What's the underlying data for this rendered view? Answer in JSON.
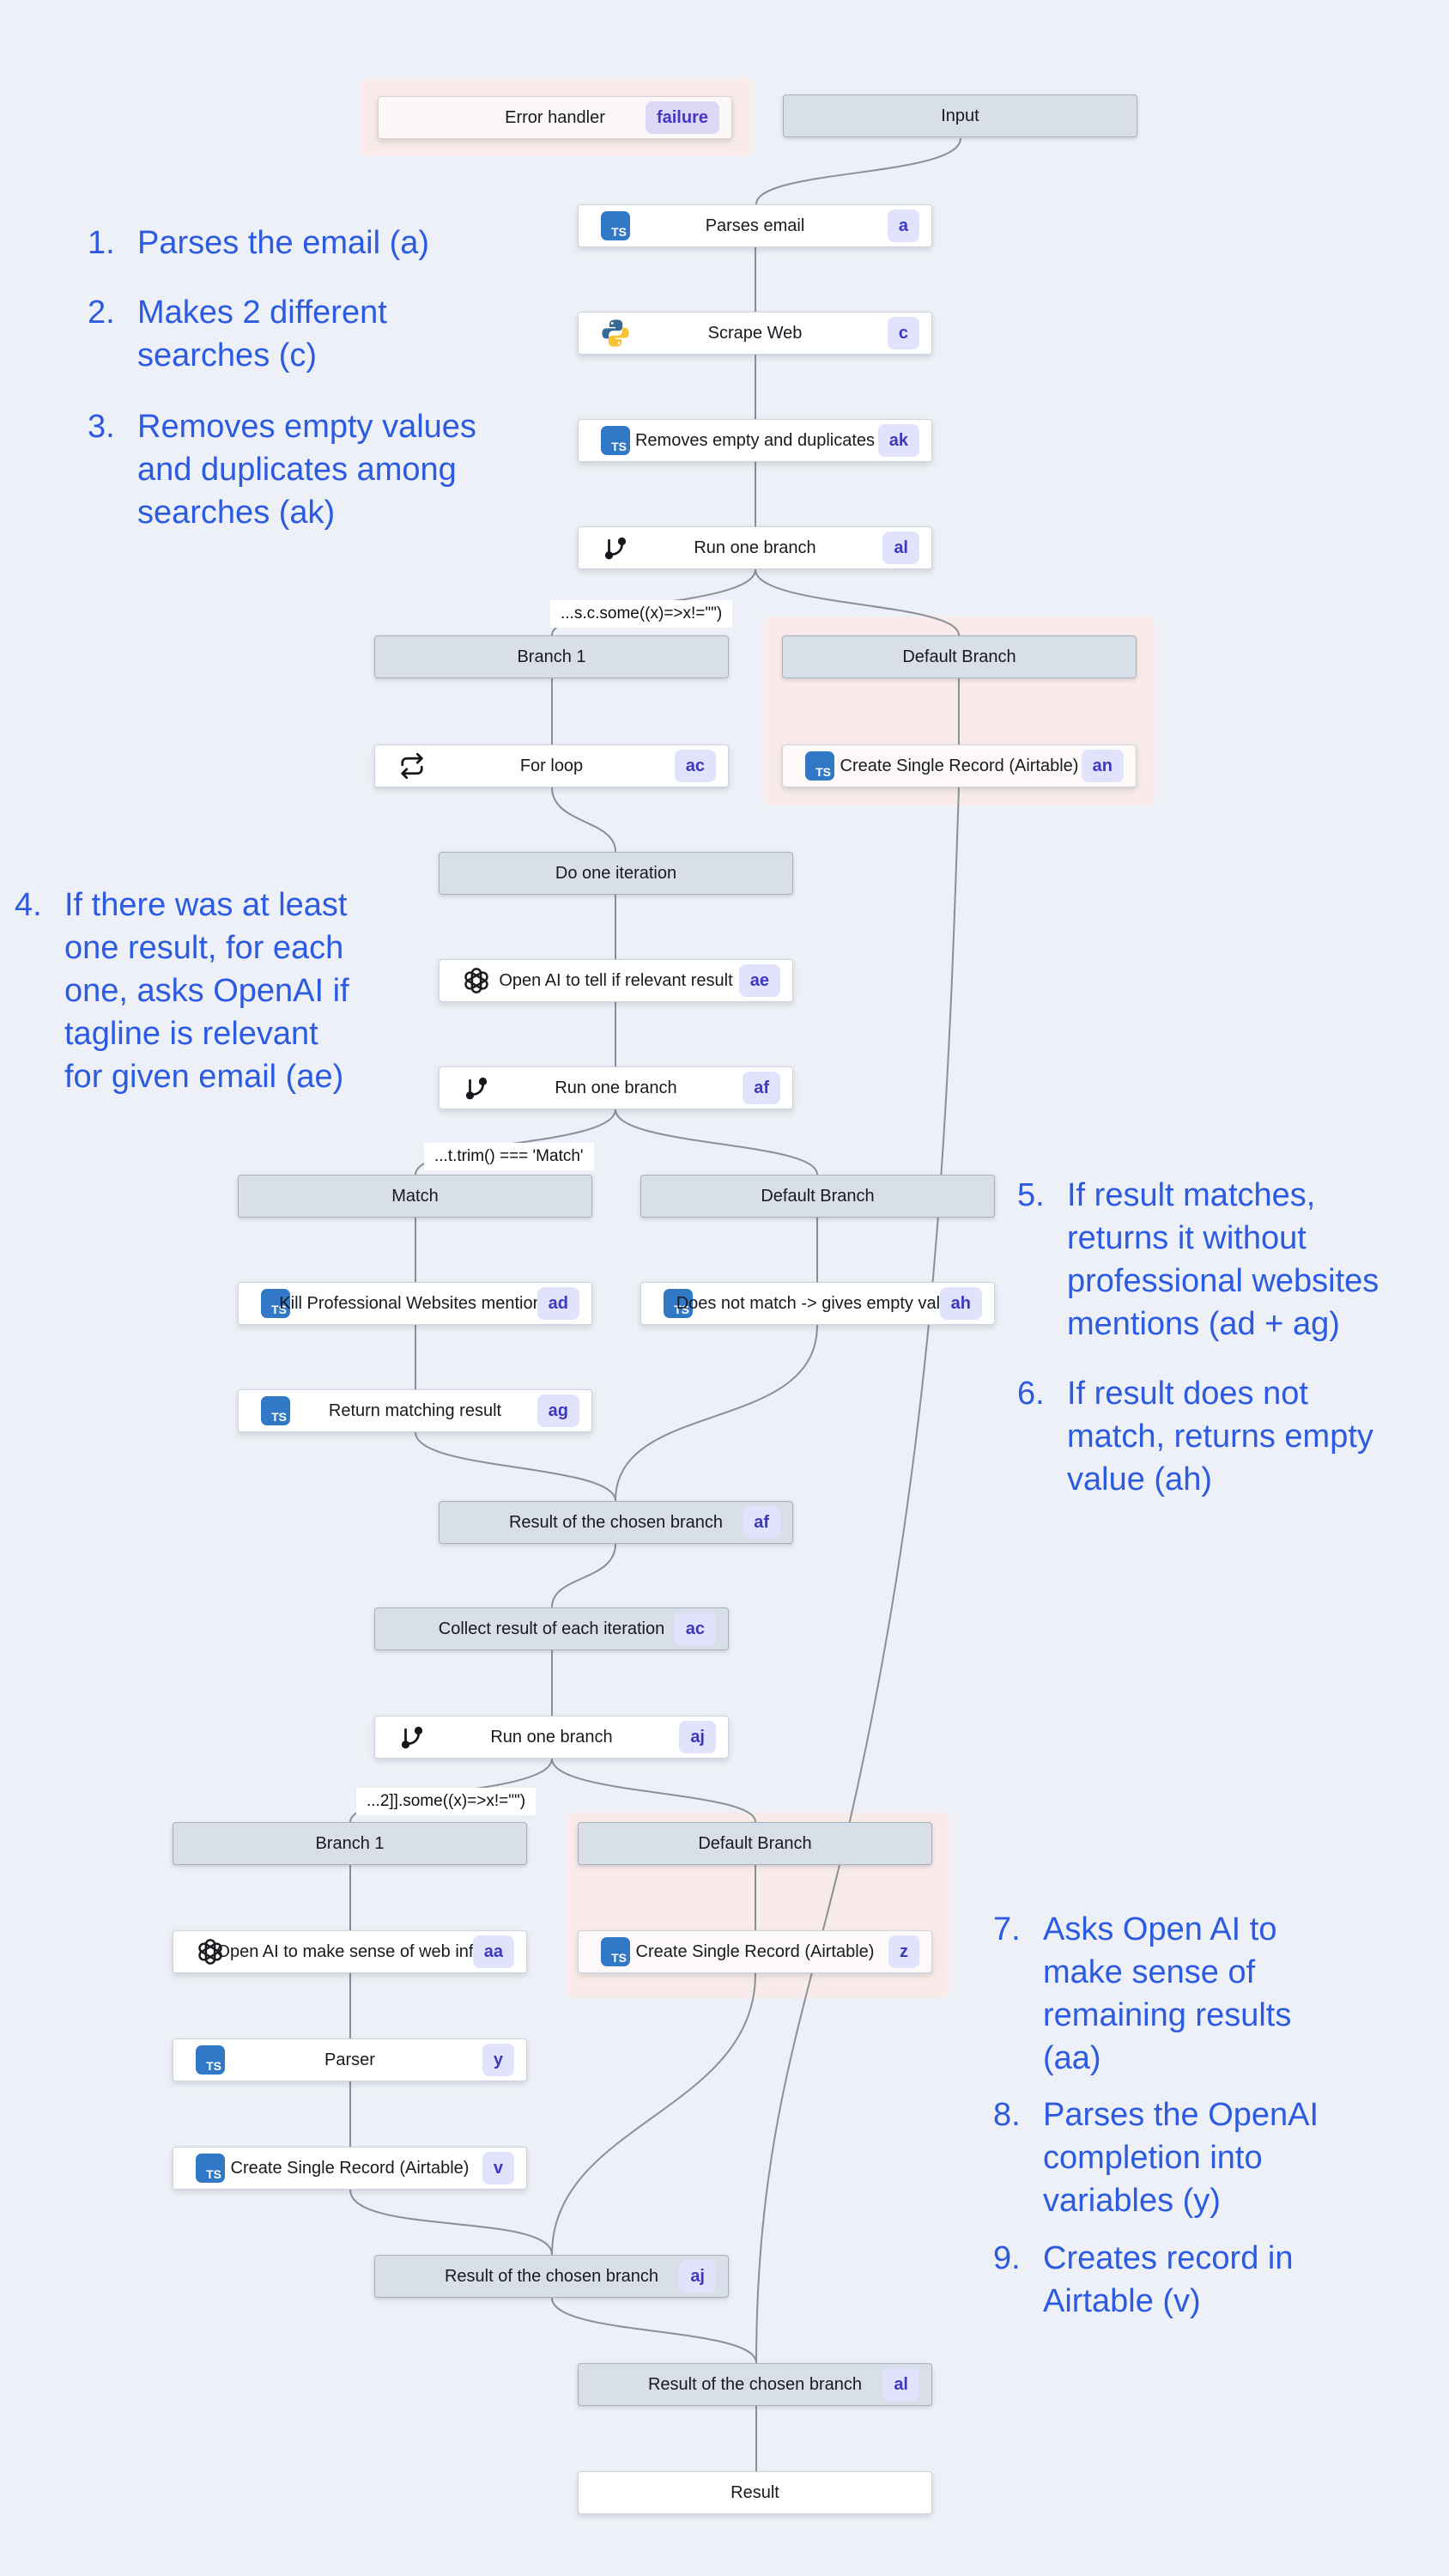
{
  "icons": {
    "ts": "TS",
    "python": "python-logo",
    "openai": "openai-knot",
    "loop": "repeat-arrows",
    "branch": "git-branch"
  },
  "colors": {
    "background": "#edf0f6",
    "annotation_blue": "#2c5be2",
    "badge_bg": "#e0e3fb",
    "badge_text": "#3c38c0",
    "highlight_pink": "#f8ebe9",
    "node_header": "#d9dfe8",
    "ts_blue": "#3178c6",
    "line": "#8a9097",
    "failure_badge_bg": "#dcd8f6"
  },
  "nodes": {
    "error_handler": {
      "label": "Error handler",
      "badge": "failure"
    },
    "input": {
      "label": "Input"
    },
    "parses_email": {
      "label": "Parses email",
      "badge": "a"
    },
    "scrape_web": {
      "label": "Scrape Web",
      "badge": "c"
    },
    "removes_empty": {
      "label": "Removes empty and duplicates",
      "badge": "ak"
    },
    "run_one_branch_al": {
      "label": "Run one branch",
      "badge": "al"
    },
    "branch1_top": {
      "label": "Branch 1"
    },
    "default_branch_top": {
      "label": "Default Branch"
    },
    "for_loop": {
      "label": "For loop",
      "badge": "ac"
    },
    "create_record_an": {
      "label": "Create Single Record (Airtable)",
      "badge": "an"
    },
    "do_one_iteration": {
      "label": "Do one iteration"
    },
    "openai_ae": {
      "label": "Open AI to tell if relevant result",
      "badge": "ae"
    },
    "run_one_branch_af": {
      "label": "Run one branch",
      "badge": "af"
    },
    "match": {
      "label": "Match"
    },
    "default_branch_mid": {
      "label": "Default Branch"
    },
    "kill_ad": {
      "label": "Kill Professional Websites mentions",
      "badge": "ad"
    },
    "does_not_match_ah": {
      "label": "Does not match -> gives empty value",
      "badge": "ah"
    },
    "return_ag": {
      "label": "Return matching result",
      "badge": "ag"
    },
    "result_af": {
      "label": "Result of the chosen branch",
      "badge": "af"
    },
    "collect_ac": {
      "label": "Collect result of each iteration",
      "badge": "ac"
    },
    "run_one_branch_aj": {
      "label": "Run one branch",
      "badge": "aj"
    },
    "branch1_bottom": {
      "label": "Branch 1"
    },
    "default_branch_bottom": {
      "label": "Default Branch"
    },
    "openai_aa": {
      "label": "Open AI to make sense of web info",
      "badge": "aa"
    },
    "create_record_z": {
      "label": "Create Single Record (Airtable)",
      "badge": "z"
    },
    "parser_y": {
      "label": "Parser",
      "badge": "y"
    },
    "create_record_v": {
      "label": "Create Single Record (Airtable)",
      "badge": "v"
    },
    "result_aj": {
      "label": "Result of the chosen branch",
      "badge": "aj"
    },
    "result_al": {
      "label": "Result of the chosen branch",
      "badge": "al"
    },
    "result": {
      "label": "Result"
    }
  },
  "conditions": {
    "c1": "...s.c.some((x)=>x!=\"\")",
    "c2": "...t.trim() === 'Match'",
    "c3": "...2]].some((x)=>x!=\"\")"
  },
  "annotations": [
    {
      "number": "1.",
      "lines": [
        "Parses the email (a)"
      ]
    },
    {
      "number": "2.",
      "lines": [
        "Makes 2 different",
        "searches (c)"
      ]
    },
    {
      "number": "3.",
      "lines": [
        "Removes empty values",
        "and duplicates among",
        "searches (ak)"
      ]
    },
    {
      "number": "4.",
      "lines": [
        "If there was at least",
        "one result, for each",
        "one, asks OpenAI if",
        "tagline is relevant",
        "for given email (ae)"
      ]
    },
    {
      "number": "5.",
      "lines": [
        "If result matches,",
        "returns it without",
        "professional websites",
        "mentions (ad + ag)"
      ]
    },
    {
      "number": "6.",
      "lines": [
        "If result does not",
        "match, returns empty",
        "value (ah)"
      ]
    },
    {
      "number": "7.",
      "lines": [
        "Asks Open AI to",
        "make sense of",
        "remaining results",
        "(aa)"
      ]
    },
    {
      "number": "8.",
      "lines": [
        "Parses the OpenAI",
        "completion into",
        "variables (y)"
      ]
    },
    {
      "number": "9.",
      "lines": [
        "Creates record in",
        "Airtable (v)"
      ]
    }
  ]
}
